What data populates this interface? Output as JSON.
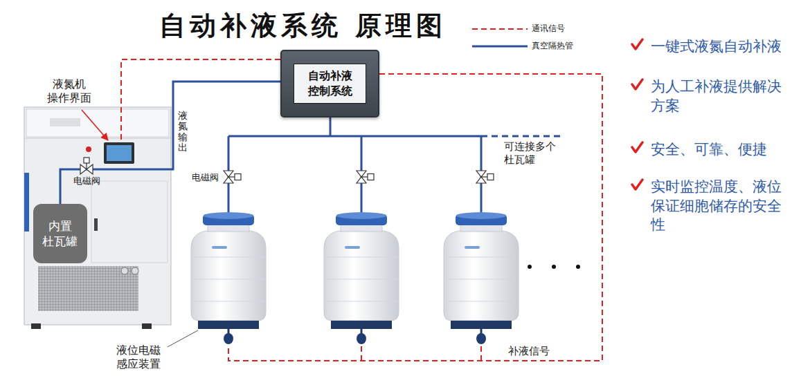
{
  "diagram": {
    "title": "自动补液系统 原理图",
    "nodes": [
      {
        "text": [
          "自动补液 控制系统"
        ]
      },
      {
        "text": [
          "内置 杜瓦罐"
        ]
      }
    ],
    "edges": [
      {
        "from": 1,
        "to": 0,
        "arrow": "none",
        "label": "液氮输出"
      }
    ],
    "labels": [
      "液氮机 操作界面",
      "电磁阀",
      "电磁阀",
      "可连接多个 杜瓦罐",
      "液位电磁 感应装置",
      "补液信号",
      "一键式液氮自动补液",
      "为人工补液提供解决方案",
      "安全、可靠、便捷",
      "实时监控温度、液位保证细胞储存的安全性"
    ],
    "legend": [
      {
        "text": "通讯信号"
      },
      {
        "text": "真空隔热管"
      }
    ]
  }
}
